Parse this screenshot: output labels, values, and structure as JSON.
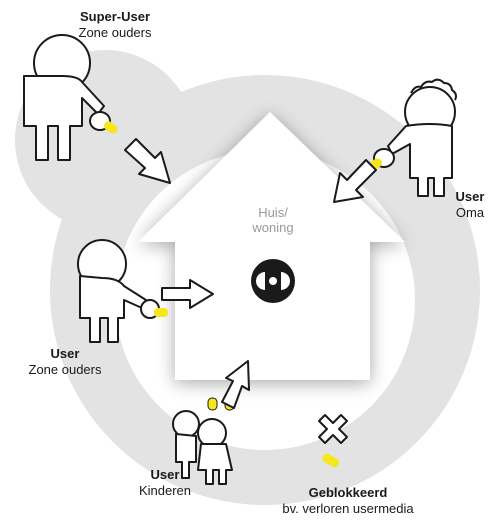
{
  "diagram": {
    "house": {
      "line1": "Huis/",
      "line2": "woning"
    },
    "super_user": {
      "role": "Super-User",
      "desc": "Zone ouders"
    },
    "user_oma": {
      "role": "User",
      "desc": "Oma"
    },
    "user_parent": {
      "role": "User",
      "desc": "Zone ouders"
    },
    "user_kids": {
      "role": "User",
      "desc": "Kinderen"
    },
    "blocked": {
      "role": "Geblokkeerd",
      "desc": "bv. verloren usermedia"
    },
    "colors": {
      "ring": "#e3e3e3",
      "house": "#ffffff",
      "key": "#f5e71c",
      "logo": "#1a1a1a",
      "outline": "#1a1a1a"
    },
    "icons": [
      "person-icon",
      "key-icon",
      "arrow-icon",
      "house-icon",
      "logo-icon",
      "cross-icon"
    ]
  }
}
